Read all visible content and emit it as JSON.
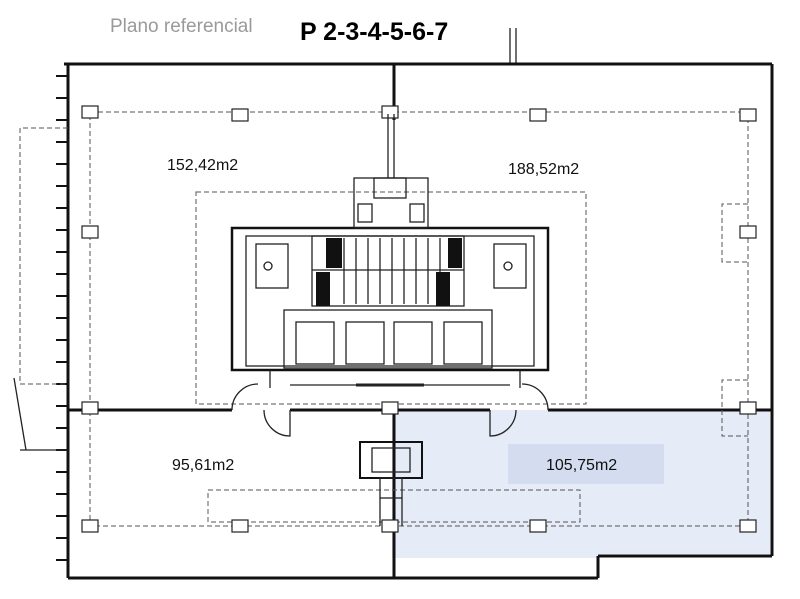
{
  "header": {
    "reference_label": "Plano referencial",
    "floor_title": "P 2-3-4-5-6-7"
  },
  "areas": [
    {
      "id": "nw",
      "label": "152,42m2",
      "highlighted": false
    },
    {
      "id": "ne",
      "label": "188,52m2",
      "highlighted": false
    },
    {
      "id": "sw",
      "label": "95,61m2",
      "highlighted": false
    },
    {
      "id": "se",
      "label": "105,75m2",
      "highlighted": true
    }
  ],
  "colors": {
    "highlight_fill": "#e6ecf7",
    "highlight_label_bg": "#d3ddef",
    "wall": "#111111"
  }
}
